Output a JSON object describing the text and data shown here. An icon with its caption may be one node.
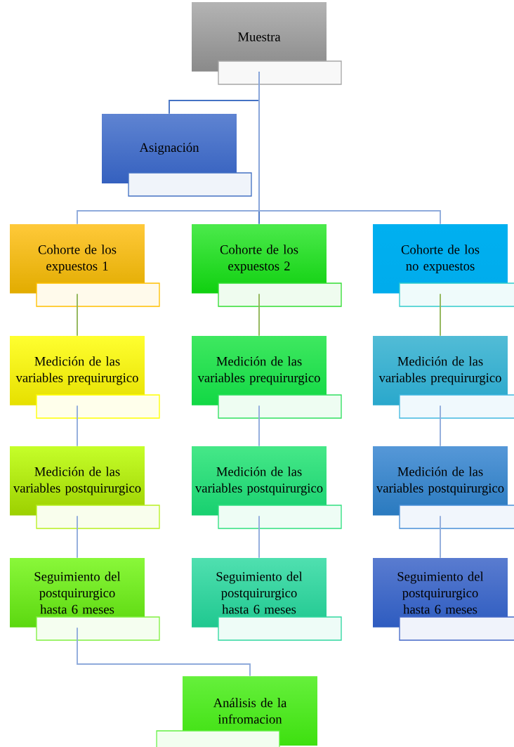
{
  "diagram": {
    "nodes": [
      {
        "text": [
          "Muestra"
        ]
      },
      {
        "text": [
          "Asignación"
        ]
      },
      {
        "text": [
          "Cohorte de los expuestos 1"
        ]
      },
      {
        "text": [
          "Cohorte de los expuestos 2"
        ]
      },
      {
        "text": [
          "Cohorte de los no expuestos"
        ]
      },
      {
        "text": [
          "Medición de las variables prequirurgico"
        ]
      },
      {
        "text": [
          "Medición de las variables prequirurgico"
        ]
      },
      {
        "text": [
          "Medición de las variables prequirurgico"
        ]
      },
      {
        "text": [
          "Medición de las variables postquirurgico"
        ]
      },
      {
        "text": [
          "Medición de las variables postquirurgico"
        ]
      },
      {
        "text": [
          "Medición de las variables postquirurgico"
        ]
      },
      {
        "text": [
          "Seguimiento del postquirurgico hasta 6 meses"
        ]
      },
      {
        "text": [
          "Seguimiento del postquirurgico hasta 6 meses"
        ]
      },
      {
        "text": [
          "Seguimiento del postquirurgico hasta 6 meses"
        ]
      },
      {
        "text": [
          "Análisis de la infromacion"
        ]
      }
    ],
    "edges": [
      {
        "from": 0,
        "to": 1,
        "arrow": "none",
        "color": "#4472c4"
      },
      {
        "from": 0,
        "to": 2,
        "arrow": "none"
      },
      {
        "from": 0,
        "to": 3,
        "arrow": "none",
        "color": "#4472c4"
      },
      {
        "from": 0,
        "to": 4,
        "arrow": "none"
      },
      {
        "from": 2,
        "to": 5,
        "arrow": "none",
        "color": "#8fb455"
      },
      {
        "from": 3,
        "to": 6,
        "arrow": "none",
        "color": "#8fb455"
      },
      {
        "from": 4,
        "to": 7,
        "arrow": "none",
        "color": "#8fb455"
      },
      {
        "from": 5,
        "to": 8,
        "arrow": "none"
      },
      {
        "from": 6,
        "to": 9,
        "arrow": "none"
      },
      {
        "from": 7,
        "to": 10,
        "arrow": "none"
      },
      {
        "from": 8,
        "to": 11,
        "arrow": "none"
      },
      {
        "from": 9,
        "to": 12,
        "arrow": "none"
      },
      {
        "from": 10,
        "to": 13,
        "arrow": "none"
      },
      {
        "from": 11,
        "to": 14,
        "arrow": "none"
      }
    ]
  }
}
